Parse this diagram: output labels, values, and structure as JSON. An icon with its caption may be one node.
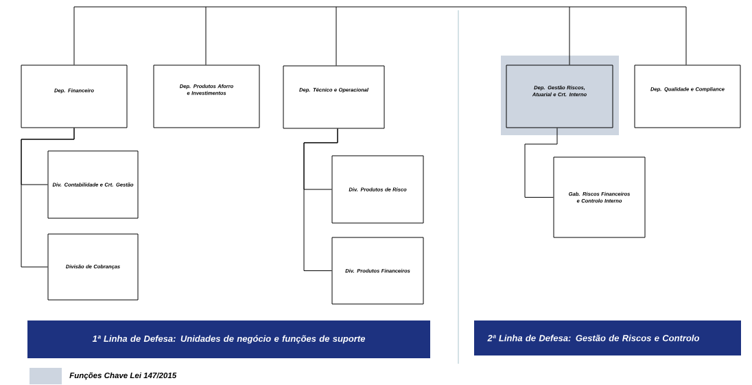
{
  "diagram": {
    "nodes": [
      {
        "text": [
          "Dep. Financeiro"
        ]
      },
      {
        "text": [
          "Dep. Produtos Aforro e Investimentos"
        ]
      },
      {
        "text": [
          "Dep. Técnico e Operacional"
        ]
      },
      {
        "text": [
          "Div. Contabilidade e Crt. Gestão"
        ]
      },
      {
        "text": [
          "Divisão de Cobranças"
        ]
      },
      {
        "text": [
          "Div. Produtos de Risco"
        ]
      },
      {
        "text": [
          "Div. Produtos Financeiros"
        ]
      },
      {
        "text": [
          "Dep. Gestão Riscos, Atuarial e Crt. Interno"
        ]
      },
      {
        "text": [
          "Dep. Qualidade e Compliance"
        ]
      },
      {
        "text": [
          "Gab. Riscos Financeiros e Controlo Interno"
        ]
      },
      {
        "text": [
          "1ª Linha de Defesa: Unidades de negócio e funções de suporte"
        ]
      },
      {
        "text": [
          "2ª Linha de Defesa: Gestão de Riscos e Controlo"
        ]
      }
    ],
    "edges": [
      {
        "from": null,
        "to": 0,
        "arrow": "none"
      },
      {
        "from": null,
        "to": 1,
        "arrow": "none"
      },
      {
        "from": null,
        "to": 2,
        "arrow": "none"
      },
      {
        "from": null,
        "to": 7,
        "arrow": "none"
      },
      {
        "from": null,
        "to": 8,
        "arrow": "none"
      },
      {
        "from": 0,
        "to": 3,
        "arrow": "none"
      },
      {
        "from": 0,
        "to": 4,
        "arrow": "none"
      },
      {
        "from": 2,
        "to": 5,
        "arrow": "none"
      },
      {
        "from": 2,
        "to": 6,
        "arrow": "none"
      },
      {
        "from": 7,
        "to": 9,
        "arrow": "none"
      }
    ],
    "legend": [
      {
        "text": "Funções Chave Lei 147/2015",
        "color": "#cdd5e0"
      }
    ]
  }
}
